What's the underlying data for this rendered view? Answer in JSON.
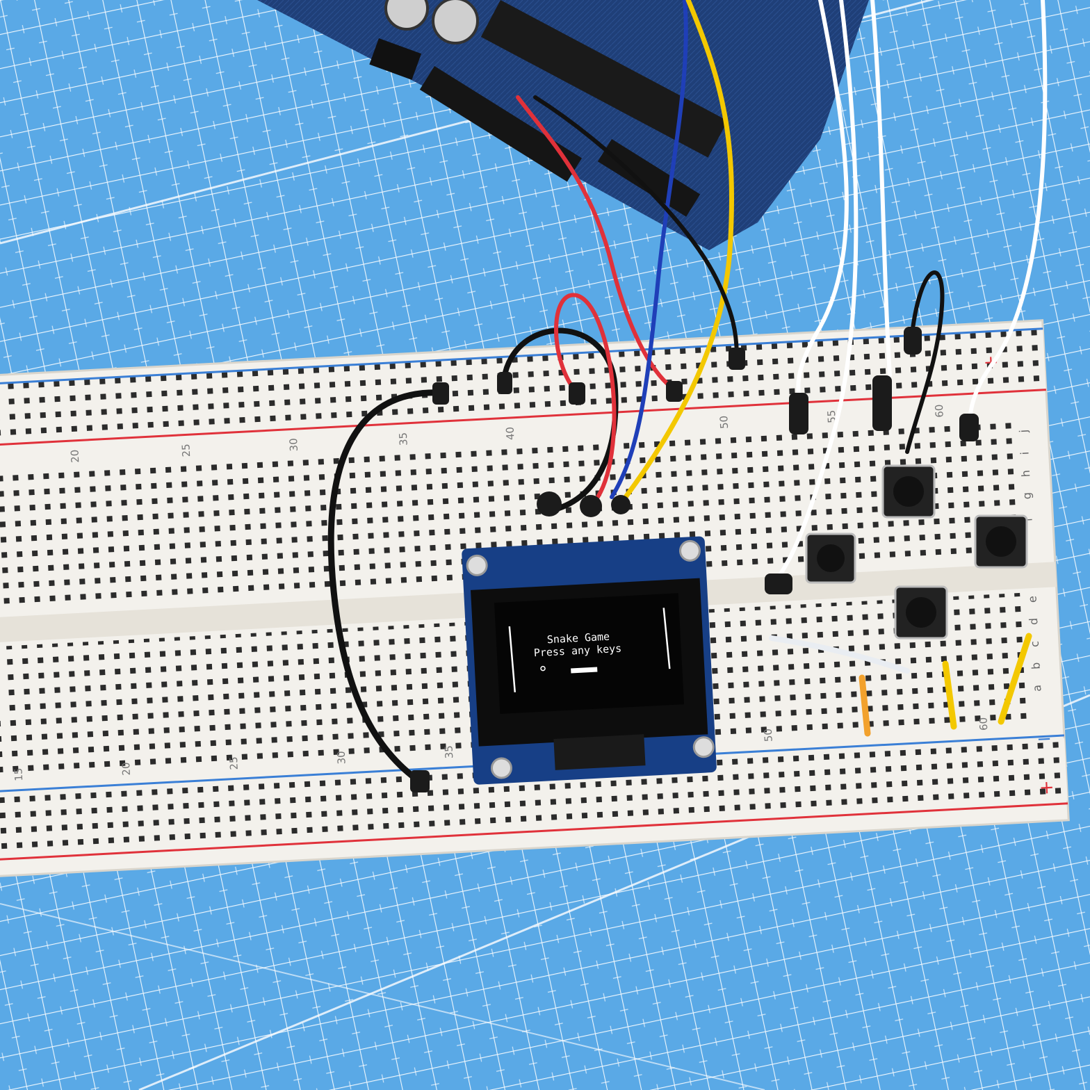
{
  "oled": {
    "title": "Snake Game",
    "subtitle": "Press any keys"
  },
  "breadboard": {
    "top_numbers": [
      "20",
      "25",
      "30",
      "35",
      "40",
      "50",
      "55",
      "60"
    ],
    "bottom_numbers": [
      "15",
      "20",
      "25",
      "30",
      "35",
      "50",
      "60"
    ],
    "row_letters_upper": [
      "j",
      "i",
      "h",
      "g",
      "f"
    ],
    "row_letters_lower": [
      "e",
      "d",
      "c",
      "b",
      "a"
    ],
    "rail_plus": "+",
    "rail_minus": "−"
  },
  "colors": {
    "mat": "#5aa9e6",
    "breadboard": "#f3f1ec",
    "arduino_pcb": "#1f3f78",
    "rail_red": "#e0313a",
    "rail_blue": "#3a7fd6"
  },
  "wires": [
    "red",
    "blue",
    "yellow",
    "black",
    "white",
    "orange"
  ],
  "buttons_count": 4
}
